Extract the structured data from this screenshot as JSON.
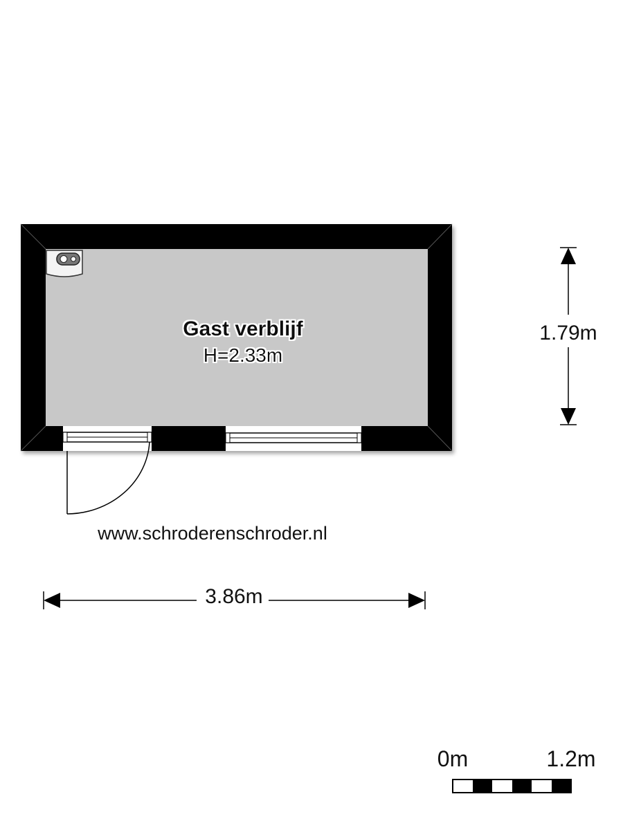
{
  "room": {
    "name": "Gast verblijf",
    "height_label": "H=2.33m",
    "fixture_icon": "water-heater-icon"
  },
  "dimensions": {
    "width": "3.86m",
    "depth": "1.79m"
  },
  "website": "www.schroderenschroder.nl",
  "scale_bar": {
    "start_label": "0m",
    "end_label": "1.2m"
  },
  "colors": {
    "wall": "#000000",
    "floor": "#c8c8c8",
    "text": "#111111",
    "background": "#ffffff"
  }
}
